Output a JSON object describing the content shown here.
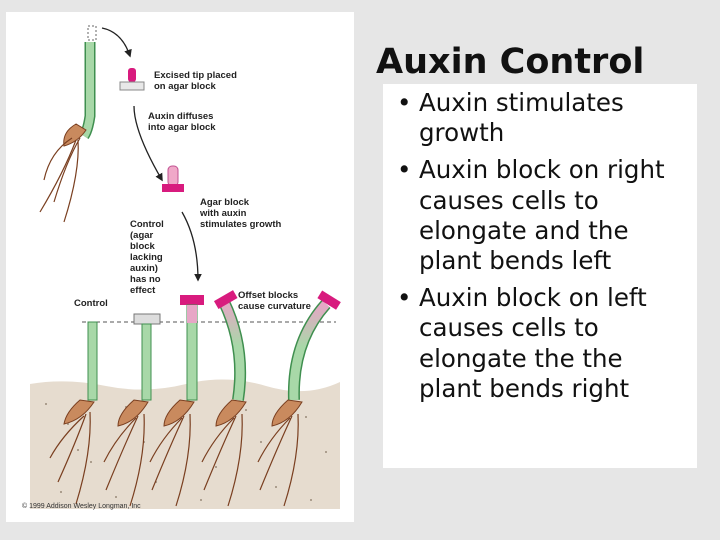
{
  "title": "Auxin Control",
  "bullets": [
    "Auxin stimulates growth",
    "Auxin block on right causes cells to elongate and the plant bends left",
    "Auxin block on left causes cells to elongate the the plant bends right"
  ],
  "figure": {
    "labels": {
      "excised_tip": [
        "Excised tip placed",
        "on agar block"
      ],
      "diffuses": [
        "Auxin diffuses",
        "into agar block"
      ],
      "agar_auxin": [
        "Agar block",
        "with auxin",
        "stimulates growth"
      ],
      "control_note": [
        "Control",
        "(agar",
        "block",
        "lacking",
        "auxin)",
        "has no",
        "effect"
      ],
      "control": "Control",
      "offset": [
        "Offset blocks",
        "cause curvature"
      ]
    },
    "copyright": "© 1999 Addison Wesley Longman, Inc",
    "colors": {
      "stem": "#a8d8a8",
      "stem_edge": "#3f8f4f",
      "auxin_block": "#d81b7e",
      "tip_pink": "#f0a8c8",
      "plain_block": "#d8d8d8",
      "soil": "#e8ddd0",
      "root": "#8b4a2b"
    }
  }
}
